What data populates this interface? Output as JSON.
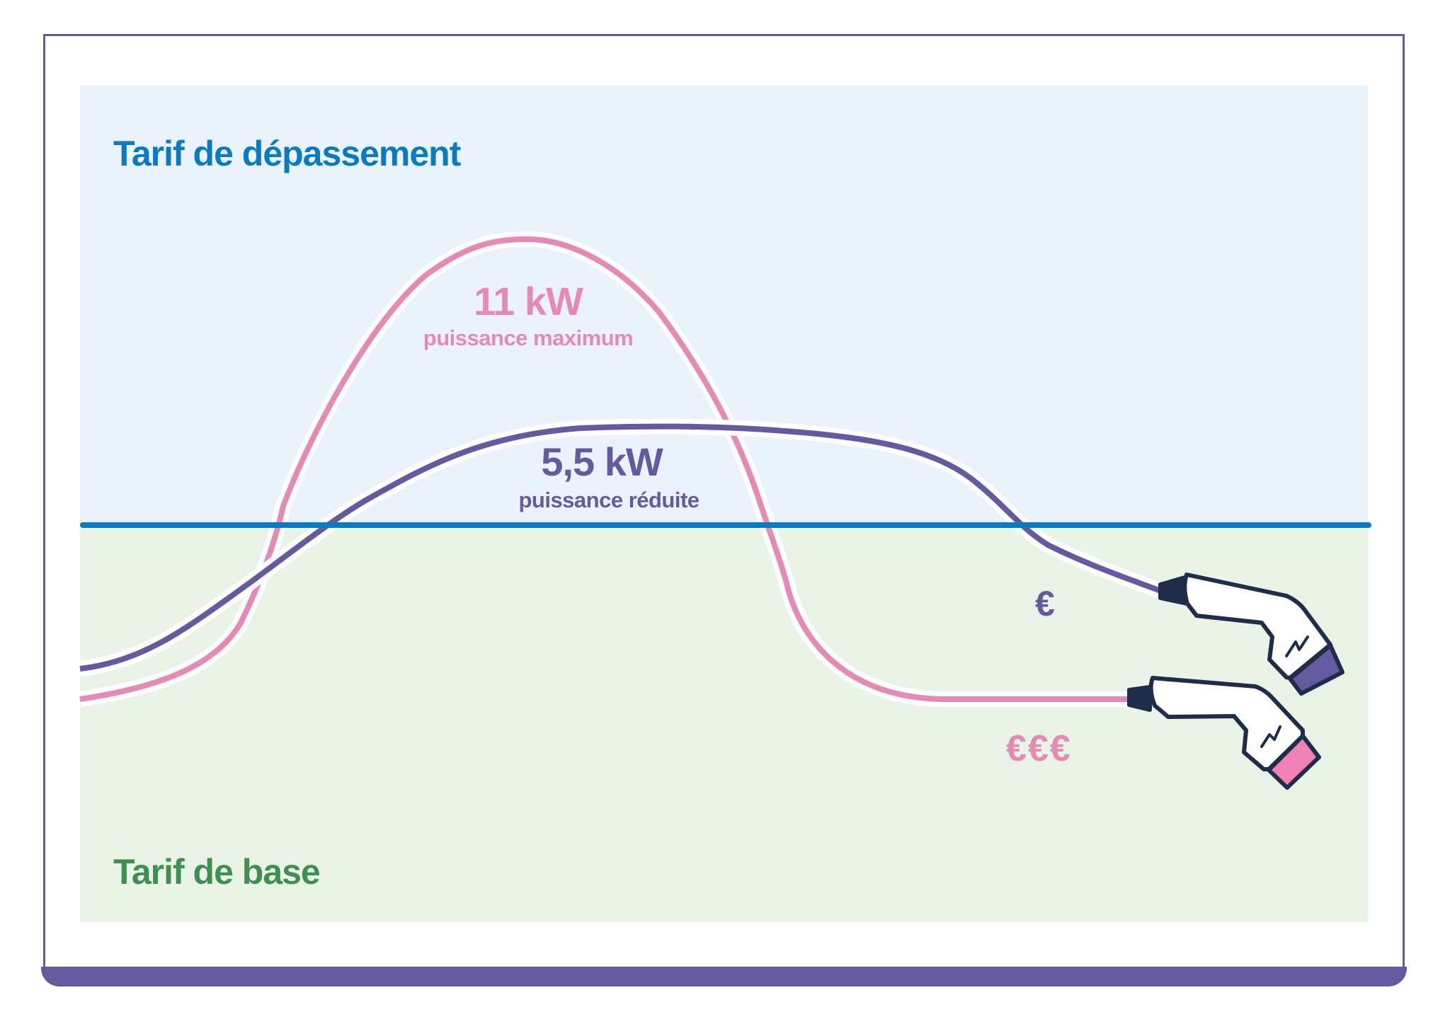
{
  "zones": {
    "top_label": "Tarif de dépassement",
    "bottom_label": "Tarif de base"
  },
  "curves": {
    "max": {
      "value_label": "11 kW",
      "caption": "puissance maximum",
      "cost_label": "€€€",
      "color": "#e48ab5"
    },
    "reduced": {
      "value_label": "5,5 kW",
      "caption": "puissance réduite",
      "cost_label": "€",
      "color": "#655aa0"
    }
  },
  "colors": {
    "threshold_line": "#0a7bc1",
    "top_zone_bg": "#eaf3fb",
    "bottom_zone_bg": "#eaf4e6",
    "top_zone_text": "#0a7bc1",
    "bottom_zone_text": "#3f8f52",
    "frame": "#655aa0",
    "plug_outline": "#1e2d4a"
  },
  "icons": {
    "plug_reduced": "ev-charging-plug-icon",
    "plug_max": "ev-charging-plug-icon"
  }
}
